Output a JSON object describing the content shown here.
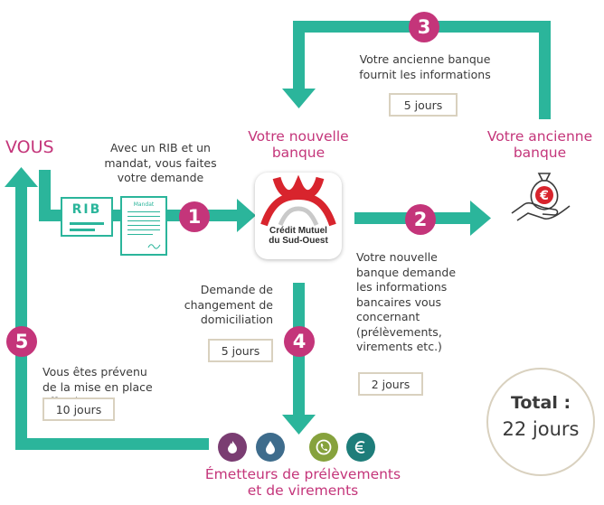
{
  "labels": {
    "vous": "VOUS",
    "nouvelle_banque": "Votre nouvelle\nbanque",
    "ancienne_banque": "Votre ancienne\nbanque",
    "emetteurs": "Émetteurs de prélèvements\net de virements"
  },
  "steps": [
    {
      "number": "1",
      "text": "Avec un RIB et un\nmandat, vous faites\nvotre demande",
      "duration": ""
    },
    {
      "number": "2",
      "text": "Votre nouvelle\nbanque demande\nles informations\nbancaires vous\nconcernant\n(prélèvements,\nvirements etc.)",
      "duration": "2 jours"
    },
    {
      "number": "3",
      "text": "Votre ancienne banque\nfournit les informations",
      "duration": "5 jours"
    },
    {
      "number": "4",
      "text": "Demande de\nchangement de\ndomiciliation",
      "duration": "5 jours"
    },
    {
      "number": "5",
      "text": "Vous êtes prévenu\nde la mise en place\neffective",
      "duration": "10 jours"
    }
  ],
  "documents": {
    "rib": "RIB",
    "mandat": "Mandat"
  },
  "bank_logo": {
    "name": "Crédit Mutuel\ndu Sud-Ouest"
  },
  "old_bank_icon": {
    "name": "money-bag-hand-icon",
    "symbol": "€"
  },
  "emitter_icons": [
    {
      "name": "fire-icon",
      "color": "#7a3d72"
    },
    {
      "name": "water-drop-icon",
      "color": "#3e6c8c"
    },
    {
      "name": "phone-icon",
      "color": "#86a23d"
    },
    {
      "name": "euro-icon",
      "color": "#1e7d7a"
    }
  ],
  "total": {
    "label": "Total :",
    "value": "22 jours"
  },
  "colors": {
    "arrow": "#2bb59b",
    "badge": "#c4357a",
    "pill_border": "#d9d1bf",
    "bank_red": "#d8242d"
  }
}
